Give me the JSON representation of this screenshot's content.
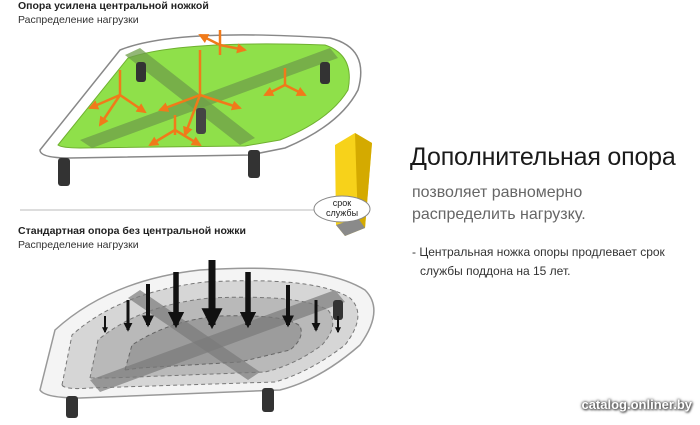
{
  "top_panel": {
    "title": "Опора усилена центральной ножкой",
    "subtitle": "Распределение нагрузки"
  },
  "bottom_panel": {
    "title": "Стандартная опора без центральной ножки",
    "subtitle": "Распределение нагрузки"
  },
  "divider_label": [
    "срок",
    "службы"
  ],
  "headline": "Дополнительная опора",
  "lead_line1": "позволяет равномерно",
  "lead_line2": "распределить нагрузку.",
  "note_line1": "- Центральная ножка опоры продлевает срок",
  "note_line2": "службы поддона на 15 лет.",
  "watermark": "catalog.onliner.by",
  "colors": {
    "green_fill": "#8fe04a",
    "arrow_orange": "#f07a1a",
    "leg_yellow": "#f7d21a",
    "frame_gray": "#8a8a8a"
  }
}
